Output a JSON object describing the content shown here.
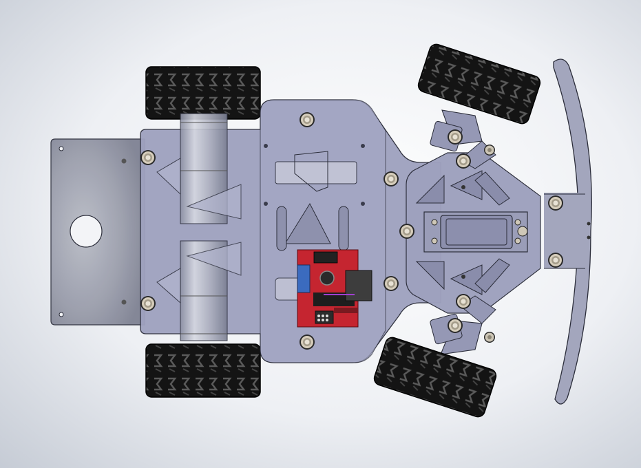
{
  "view": {
    "background_top": "#ffffff",
    "background_bottom": "#c3c9d3"
  },
  "colors": {
    "plate": "#9ea1bd",
    "plate_dark": "#7f83a1",
    "plate_stroke": "#2b2d3a",
    "rear_plate": "#a0a3b0",
    "tire": "#141414",
    "tread": "#3a3a3a",
    "motor": "#b9bcc8",
    "pcb": "#c0202a",
    "pcb_blue": "#3064b8",
    "servo": "#8f93ae",
    "standoff": "#d8cdb8"
  },
  "components": {
    "wheels": [
      "rear-left-wheel",
      "rear-right-wheel",
      "front-left-wheel",
      "front-right-wheel"
    ],
    "motors": [
      "left-drive-motor",
      "right-drive-motor"
    ],
    "driver_board": "motor-driver-board",
    "servo": "steering-servo",
    "bumper": "front-bumper"
  }
}
